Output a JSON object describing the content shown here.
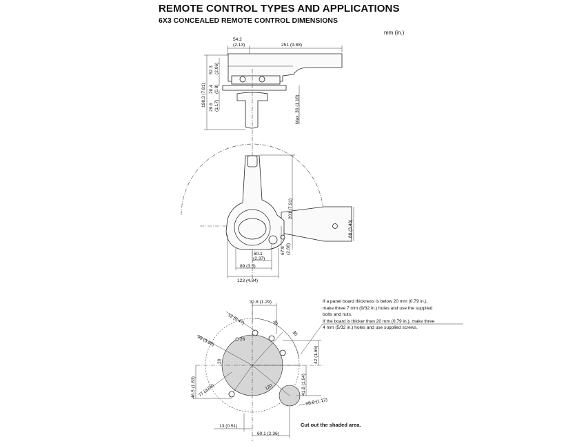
{
  "header": {
    "title": "REMOTE CONTROL TYPES AND APPLICATIONS",
    "subtitle": "6X3 CONCEALED REMOTE CONTROL DIMENSIONS",
    "unit": "mm (in.)"
  },
  "top_view": {
    "dim_542": "54.2",
    "dim_542_in": "(2.13)",
    "dim_251": "251 (9.88)",
    "dim_523": "52.3",
    "dim_523_in": "(2.06)",
    "dim_1983": "198.3 (7.81)",
    "dim_204": "20.4",
    "dim_204_in": "(0.8)",
    "dim_296": "29.6",
    "dim_296_in": "(1.17)",
    "dim_max30": "Max. 30 (1.18)"
  },
  "side_view": {
    "dim_201": "201 (7.91)",
    "dim_88": "88 (3.46)",
    "dim_676": "67.6",
    "dim_676_in": "(2.66)",
    "dim_601": "60.1",
    "dim_601_in": "(2.37)",
    "dim_89": "89 (3.5)",
    "dim_123": "123 (4.84)"
  },
  "cutout": {
    "dim_328": "32.8 (1.29)",
    "dim_12": "12 (0.47)",
    "dim_30a": "30",
    "dim_30b": "30",
    "dim_99": "99 (3.89)",
    "dim_26": "26",
    "dim_20": "20",
    "dim_42": "42 (1.65)",
    "dim_418": "41.8 (1.64)",
    "dim_465": "46.5 (1.83)",
    "dim_77": "77 (3.03)",
    "dim_120": "120",
    "dim_286": "28.6 (1.12)",
    "dim_13": "13 (0.51)",
    "dim_601b": "60.1 (2.36)"
  },
  "note": {
    "line1": "If a panel board thickness is below 20 mm (0.79 in.),",
    "line2": "make three 7 mm (9/32 in.) holes and use the supplied",
    "line3": "bolts and nuts.",
    "line4": "If the board is thicker than 20 mm (0.79 in.), make three",
    "line5": "4 mm (5/32 in.) holes and use supplied screws."
  },
  "caption": "Cut out the shaded area."
}
